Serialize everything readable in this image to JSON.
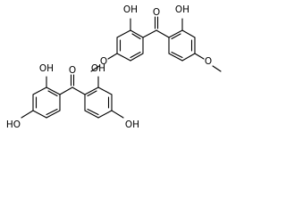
{
  "molecules": [
    {
      "id": "top",
      "labels": {
        "carbonyl_o": "O",
        "oh_left": "OH",
        "oh_right": "OH",
        "methoxy_left": "O",
        "methoxy_right": "O"
      }
    },
    {
      "id": "bottom",
      "labels": {
        "carbonyl_o": "O",
        "oh_top_left": "OH",
        "oh_top_right": "OH",
        "oh_bottom_left": "HO",
        "oh_bottom_right": "OH"
      }
    }
  ]
}
